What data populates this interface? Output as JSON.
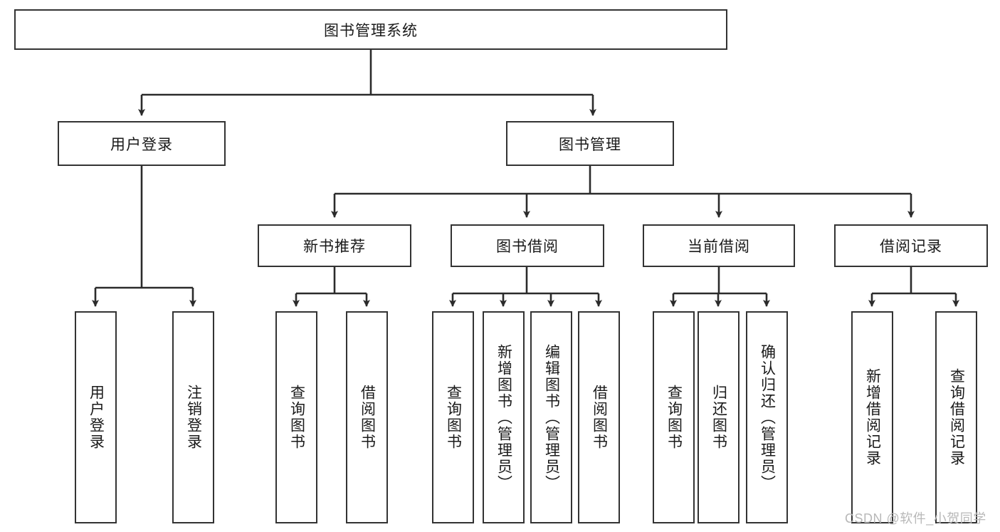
{
  "diagram": {
    "type": "hierarchy-tree",
    "title": "图书管理系统",
    "root": {
      "label": "图书管理系统"
    },
    "level1": [
      {
        "label": "用户登录"
      },
      {
        "label": "图书管理"
      }
    ],
    "level2": [
      {
        "label": "新书推荐"
      },
      {
        "label": "图书借阅"
      },
      {
        "label": "当前借阅"
      },
      {
        "label": "借阅记录"
      }
    ],
    "leaves": {
      "user_login": [
        {
          "label": "用户登录"
        },
        {
          "label": "注销登录"
        }
      ],
      "new_book_recommend": [
        {
          "label": "查询图书"
        },
        {
          "label": "借阅图书"
        }
      ],
      "book_borrow": [
        {
          "label": "查询图书"
        },
        {
          "label": "新增图书（管理员）"
        },
        {
          "label": "编辑图书（管理员）"
        },
        {
          "label": "借阅图书"
        }
      ],
      "current_borrow": [
        {
          "label": "查询图书"
        },
        {
          "label": "归还图书"
        },
        {
          "label": "确认归还（管理员）"
        }
      ],
      "borrow_record": [
        {
          "label": "新增借阅记录"
        },
        {
          "label": "查询借阅记录"
        }
      ]
    }
  },
  "watermark": {
    "text": "CSDN @软件_小贺同学"
  },
  "colors": {
    "stroke": "#333333",
    "background": "#ffffff",
    "text": "#1a1a1a",
    "watermark": "#b8b8b8"
  }
}
